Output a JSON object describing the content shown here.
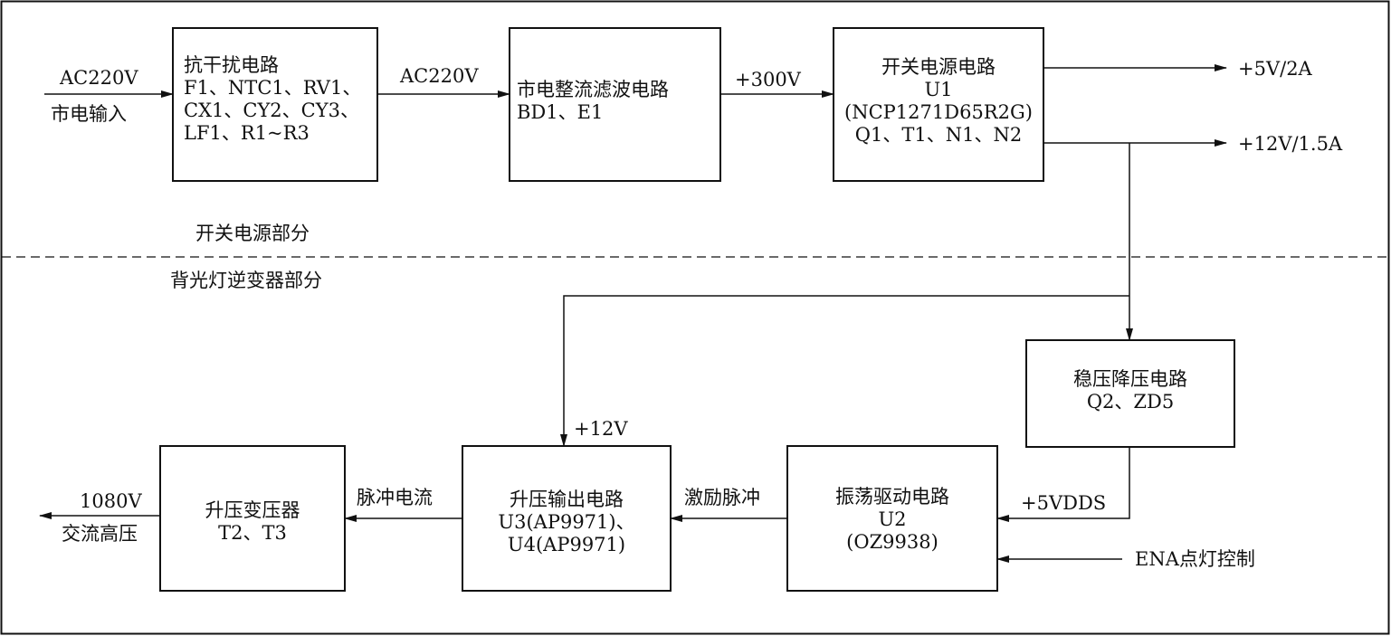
{
  "sections": {
    "top": "开关电源部分",
    "bottom": "背光灯逆变器部分"
  },
  "blocks": {
    "emi": {
      "title": "抗干扰电路",
      "lines": [
        "F1、NTC1、RV1、",
        "CX1、CY2、CY3、",
        "LF1、R1~R3"
      ]
    },
    "rectifier": {
      "title": "市电整流滤波电路",
      "lines": [
        "BD1、E1"
      ]
    },
    "smps": {
      "title": "开关电源电路",
      "lines": [
        "U1",
        "(NCP1271D65R2G)",
        "Q1、T1、N1、N2"
      ]
    },
    "regulator": {
      "title": "稳压降压电路",
      "lines": [
        "Q2、ZD5"
      ]
    },
    "oscillator": {
      "title": "振荡驱动电路",
      "lines": [
        "U2",
        "(OZ9938)"
      ]
    },
    "boost": {
      "title": "升压输出电路",
      "lines": [
        "U3(AP9971)、",
        "U4(AP9971)"
      ]
    },
    "transformer": {
      "title": "升压变压器",
      "lines": [
        "T2、T3"
      ]
    }
  },
  "signals": {
    "ac_in_top": "AC220V",
    "ac_in_bottom": "市电输入",
    "ac_mid": "AC220V",
    "dc300": "+300V",
    "out5v": "+5V/2A",
    "out12v": "+12V/1.5A",
    "plus12v": "+12V",
    "plus5vdds": "+5VDDS",
    "ena": "ENA点灯控制",
    "excite": "激励脉冲",
    "pulse_current": "脉冲电流",
    "out_top": "1080V",
    "out_bottom": "交流高压"
  }
}
